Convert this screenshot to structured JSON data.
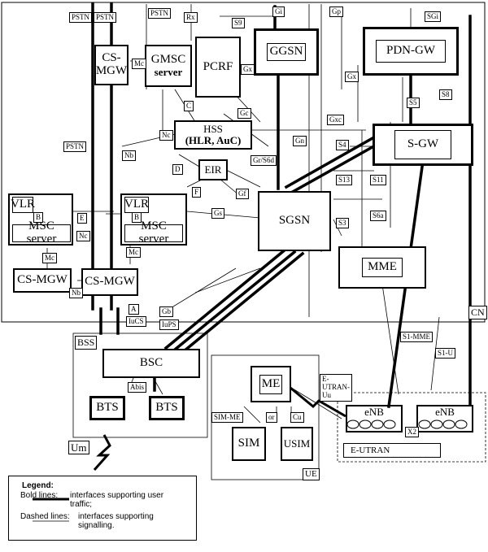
{
  "nodes": {
    "cs_mgw_top": "CS-\nMGW",
    "gmsc": "GMSC",
    "gmsc_sub": "server",
    "pcrf": "PCRF",
    "ggsn": "GGSN",
    "pdn_gw": "PDN-GW",
    "hss": "HSS",
    "hss_sub": "(HLR, AuC)",
    "s_gw": "S-GW",
    "eir": "EIR",
    "vlr_left": "VLR",
    "msc_left": "MSC server",
    "vlr_mid": "VLR",
    "msc_mid": "MSC server",
    "sgsn": "SGSN",
    "mme": "MME",
    "cs_mgw_left": "CS-MGW",
    "cs_mgw_mid": "CS-MGW",
    "bsc": "BSC",
    "bts1": "BTS",
    "bts2": "BTS",
    "me": "ME",
    "sim": "SIM",
    "usim": "USIM",
    "enb1": "eNB",
    "enb2": "eNB"
  },
  "interfaces": {
    "pstn1": "PSTN",
    "pstn2": "PSTN",
    "pstn3": "PSTN",
    "pstn4": "PSTN",
    "rx": "Rx",
    "s9": "S9",
    "gi": "Gi",
    "gp": "Gp",
    "sgi": "SGi",
    "mc1": "Mc",
    "gx1": "Gx",
    "gx2": "Gx",
    "c": "C",
    "gc": "Gc",
    "s5": "S5",
    "s8": "S8",
    "gxc": "Gxc",
    "nc1": "Nc",
    "nb1": "Nb",
    "gn": "Gn",
    "s4": "S4",
    "d": "D",
    "gr_s6d": "Gr/S6d",
    "s13": "S13",
    "s11": "S11",
    "f": "F",
    "gf": "Gf",
    "e": "E",
    "b1": "B",
    "b2": "B",
    "nc2": "Nc",
    "gs": "Gs",
    "s6a": "S6a",
    "s3": "S3",
    "mc2": "Mc",
    "mc3": "Mc",
    "nb2": "Nb",
    "a": "A",
    "gb": "Gb",
    "iucs": "IuCS",
    "iups": "IuPS",
    "abis": "Abis",
    "sim_me": "SIM-ME",
    "or": "or",
    "cu": "Cu",
    "e_utran_uu": "E-\nUTRAN-\nUu",
    "x2": "X2",
    "s1_mme": "S1-MME",
    "s1_u": "S1-U",
    "um": "Um"
  },
  "regions": {
    "cn": "CN",
    "bss": "BSS",
    "ue": "UE",
    "e_utran": "E-UTRAN"
  },
  "legend": {
    "title": "Legend:",
    "bold_label": "Bold lines:",
    "bold_desc": "interfaces supporting user traffic;",
    "dashed_label": "Dashed lines:",
    "dashed_desc": "interfaces supporting signalling."
  }
}
